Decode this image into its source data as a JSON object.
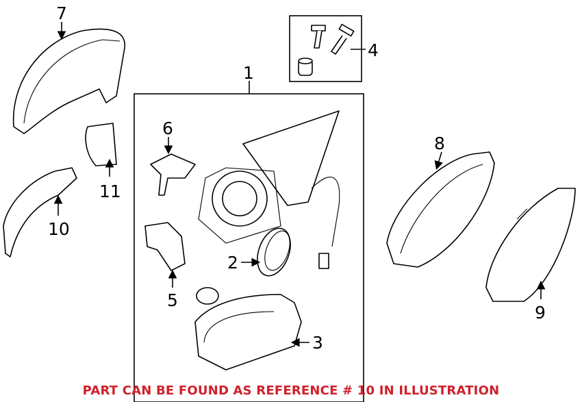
{
  "callouts": [
    "1",
    "2",
    "3",
    "4",
    "5",
    "6",
    "7",
    "8",
    "9",
    "10",
    "11"
  ],
  "note": "PART CAN BE FOUND AS REFERENCE # 10 IN ILLUSTRATION",
  "colors": {
    "note": "#d0202a",
    "lines": "#000000"
  }
}
